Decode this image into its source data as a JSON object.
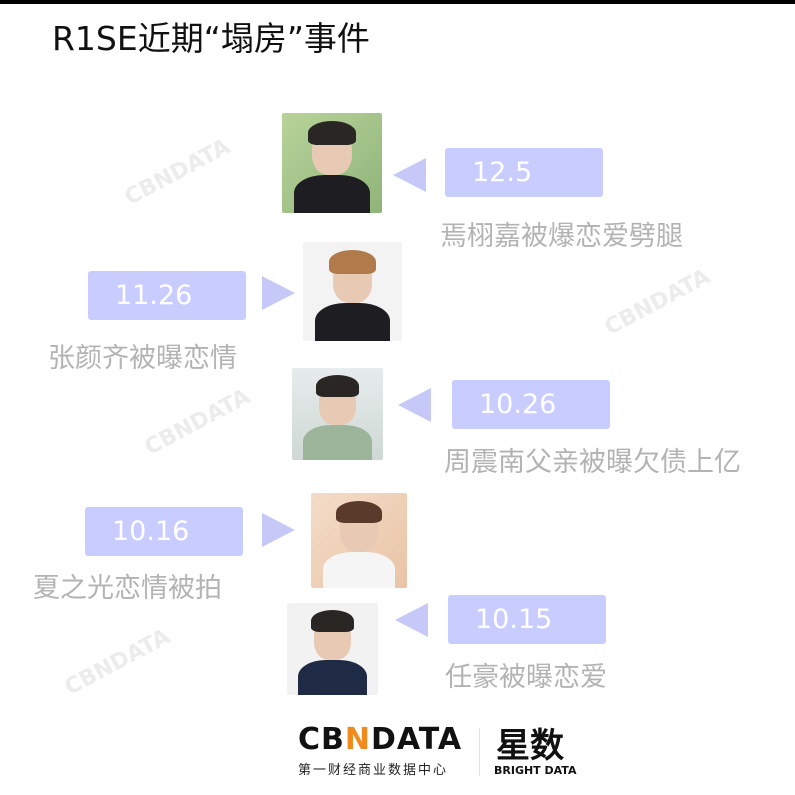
{
  "title": "R1SE近期“塌房”事件",
  "events": [
    {
      "date": "12.5",
      "text": "焉栩嘉被爆恋爱劈腿",
      "person": "焉栩嘉"
    },
    {
      "date": "11.26",
      "text": "张颜齐被曝恋情",
      "person": "张颜齐"
    },
    {
      "date": "10.26",
      "text": "周震南父亲被曝欠债上亿",
      "person": "周震南"
    },
    {
      "date": "10.16",
      "text": "夏之光恋情被拍",
      "person": "夏之光"
    },
    {
      "date": "10.15",
      "text": "任豪被曝恋爱",
      "person": "任豪"
    }
  ],
  "watermark": "CBNDATA",
  "logo": {
    "cbn": "CB",
    "n": "N",
    "data": "DATA",
    "cbn_sub": "第一财经商业数据中心",
    "xingshu": "星数",
    "bright": "BRIGHT DATA"
  },
  "colors": {
    "box": "#c9ccff",
    "arrow": "#c6c9f8",
    "desc": "#b3b3b3",
    "accent": "#f08a1c"
  }
}
